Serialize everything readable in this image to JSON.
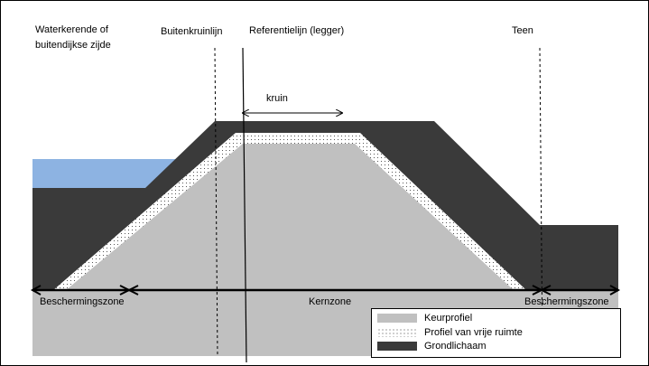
{
  "labels": {
    "waterkerende_line1": "Waterkerende of",
    "waterkerende_line2": "buitendijkse zijde",
    "buitenkruinlijn": "Buitenkruinlijn",
    "referentielijn": "Referentielijn (legger)",
    "teen": "Teen",
    "kruin": "kruin",
    "beschermingszone_left": "Beschermingszone",
    "kernzone": "Kernzone",
    "beschermingszone_right": "Beschermingszone"
  },
  "legend": [
    {
      "label": "Keurprofiel",
      "swatch": "keurprofiel"
    },
    {
      "label": "Profiel van vrije ruimte",
      "swatch": "vrije-ruimte"
    },
    {
      "label": "Grondlichaam",
      "swatch": "grondlichaam"
    }
  ],
  "colors": {
    "grondlichaam": "#3a3a3a",
    "keurprofiel": "#c0c0c0",
    "water": "#8db3e2",
    "vrije_ruimte": "#ffffff"
  }
}
